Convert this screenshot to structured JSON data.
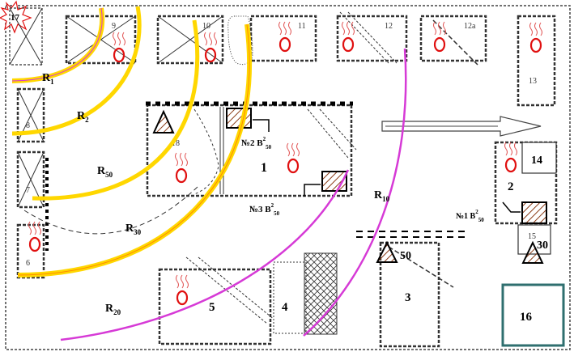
{
  "buildings": {
    "b1": "1",
    "b2": "2",
    "b3": "3",
    "b4": "4",
    "b5": "5",
    "b6": "6",
    "b7": "7",
    "b8": "8",
    "b9": "9",
    "b10": "10",
    "b11": "11",
    "b12": "12",
    "b12a": "12a",
    "b13": "13",
    "b14": "14",
    "b15": "15",
    "b16": "16",
    "b17": "17",
    "b18": "18"
  },
  "radii": {
    "r1": "R",
    "r1_sub": "1",
    "r2": "R",
    "r2_sub": "2",
    "r10": "R",
    "r10_sub": "10",
    "r20": "R",
    "r20_sub": "20",
    "r30": "R",
    "r30_sub": "30",
    "r50": "R",
    "r50_sub": "50"
  },
  "hydrants": {
    "h1": {
      "prefix": "№1 B",
      "sup": "2",
      "sub": "50"
    },
    "h2": {
      "prefix": "№2 B",
      "sup": "2",
      "sub": "50"
    },
    "h3": {
      "prefix": "№3 B",
      "sup": "2",
      "sub": "50"
    }
  },
  "pumpers": {
    "p30": "30",
    "p50": "50"
  },
  "colors": {
    "yellow_zone": "#ffd700",
    "magenta_zone": "#d63ad6",
    "fire": "#e01010",
    "hydrant_fill": "#c86a3a",
    "teal_box": "#2f6f6f"
  }
}
